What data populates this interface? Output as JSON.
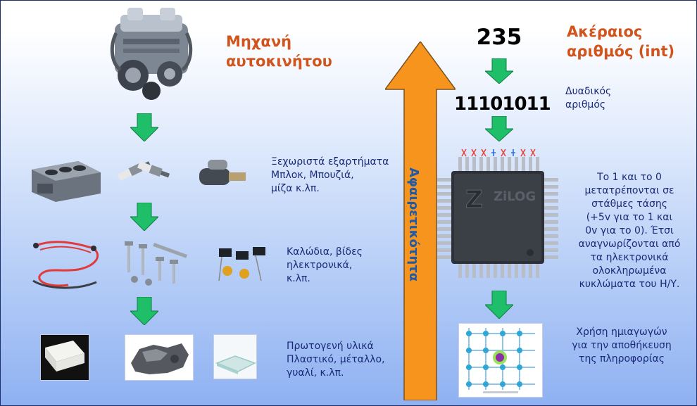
{
  "left_column": {
    "title": "Μηχανή αυτοκινήτου",
    "parts": {
      "line1": "Ξεχωριστά εξαρτήματα",
      "line2": "Μπλοκ, Μπουζιά,",
      "line3": "μίζα κ.λπ."
    },
    "components": {
      "line1": "Καλώδια, βίδες",
      "line2": "ηλεκτρονικά,",
      "line3": "κ.λπ."
    },
    "materials": {
      "line1": "Πρωτογενή υλικά",
      "line2": "Πλαστικό, μέταλλο,",
      "line3": "γυαλί, κ.λπ."
    }
  },
  "center": {
    "arrow_label": "Αφαιρετικότητα",
    "arrow_color": "#f7941d"
  },
  "right_column": {
    "title_line1": "Ακέραιος",
    "title_line2": "αριθμός (int)",
    "decimal_value": "235",
    "binary_value": "11101011",
    "binary_label_line1": "Δυαδικός",
    "binary_label_line2": "αριθμός",
    "chip_brand": "ZiLOG",
    "chip_desc": {
      "line1": "Το 1 και το 0",
      "line2": "μετατρέπονται σε",
      "line3": "στάθμες τάσης",
      "line4": "(+5v για το 1 και",
      "line5": "0v για το 0). Έτσι",
      "line6": "αναγνωρίζονται από",
      "line7": "τα ηλεκτρονικά",
      "line8": "ολοκληρωμένα",
      "line9": "κυκλώματα του Η/Υ."
    },
    "semiconductor_desc": {
      "line1": "Χρήση ημιαγωγών",
      "line2": "για την αποθήκευση",
      "line3": "της πληροφορίας"
    }
  },
  "colors": {
    "title": "#d2541d",
    "description": "#1a2a78",
    "down_arrow": "#1fbf6a"
  }
}
